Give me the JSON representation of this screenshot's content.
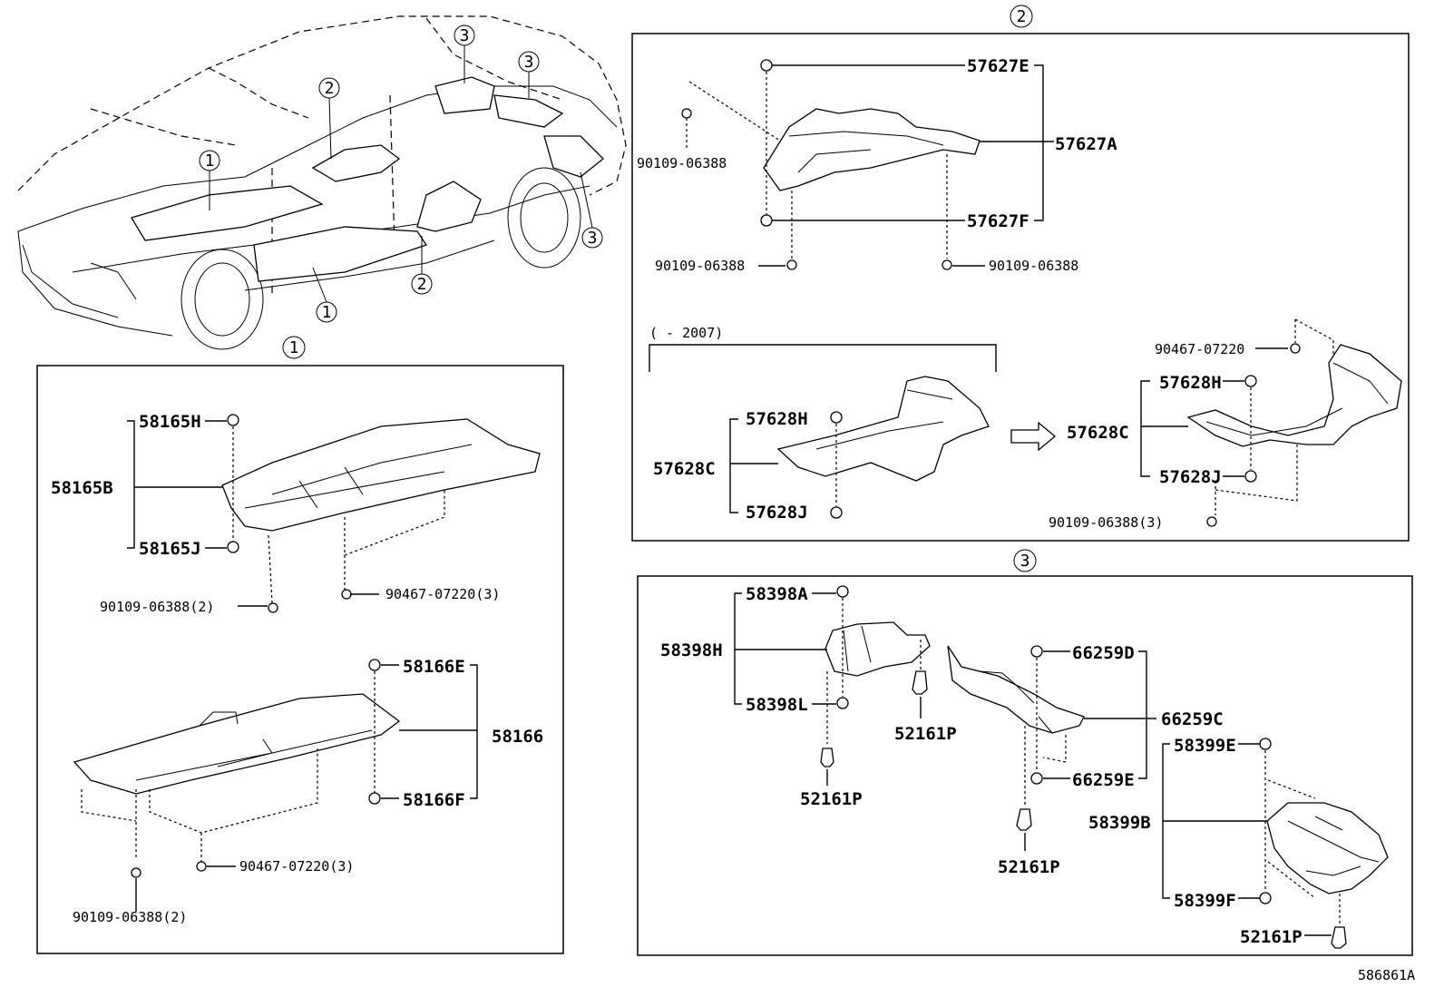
{
  "diagram_id": "586861A",
  "sections": {
    "s1": {
      "number": "1"
    },
    "s2": {
      "number": "2"
    },
    "s3": {
      "number": "3"
    }
  },
  "overview_callouts": [
    "1",
    "1",
    "2",
    "2",
    "3",
    "3",
    "3"
  ],
  "s1_parts": {
    "p58165H": "58165H",
    "p58165B": "58165B",
    "p58165J": "58165J",
    "p90109_2a": "90109-06388(2)",
    "p90467_3a": "90467-07220(3)",
    "p58166E": "58166E",
    "p58166": "58166",
    "p58166F": "58166F",
    "p90467_3b": "90467-07220(3)",
    "p90109_2b": "90109-06388(2)"
  },
  "s2_parts": {
    "p57627E": "57627E",
    "p57627A": "57627A",
    "p57627F": "57627F",
    "p90109_left": "90109-06388",
    "p90109_bl": "90109-06388",
    "p90109_br": "90109-06388",
    "range": "(   - 2007)",
    "p57628H_a": "57628H",
    "p57628C_a": "57628C",
    "p57628J_a": "57628J",
    "p90467": "90467-07220",
    "p57628H_b": "57628H",
    "p57628C_b": "57628C",
    "p57628J_b": "57628J",
    "p90109_3": "90109-06388(3)"
  },
  "s3_parts": {
    "p58398A": "58398A",
    "p58398H": "58398H",
    "p58398L": "58398L",
    "p52161P_a": "52161P",
    "p52161P_b": "52161P",
    "p66259D": "66259D",
    "p66259C": "66259C",
    "p66259E": "66259E",
    "p52161P_c": "52161P",
    "p58399E": "58399E",
    "p58399B": "58399B",
    "p58399F": "58399F",
    "p52161P_d": "52161P"
  }
}
